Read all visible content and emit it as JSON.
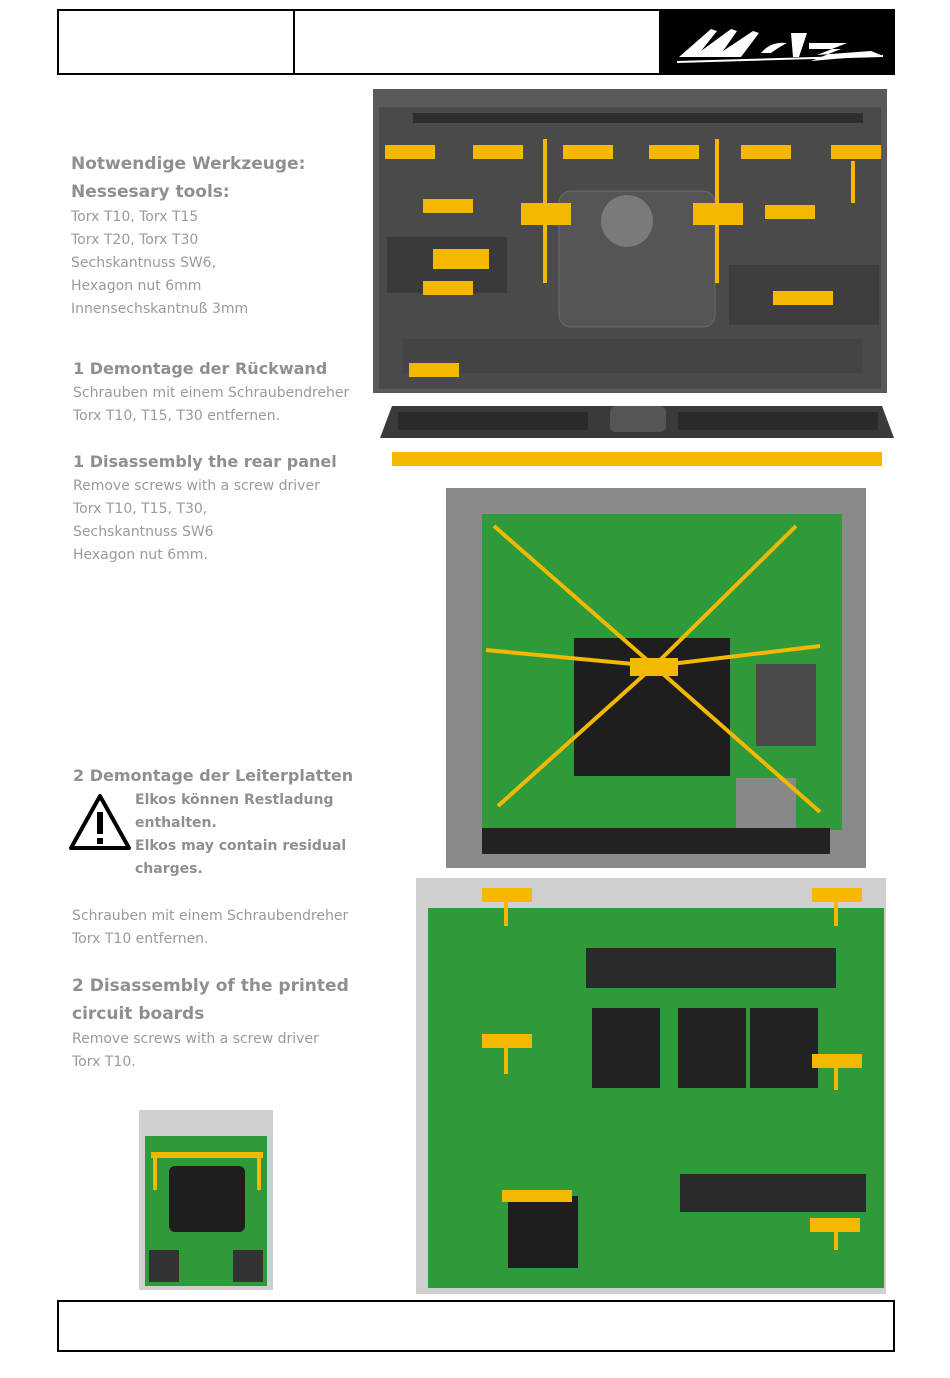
{
  "brand": "Metz",
  "tools": {
    "heading_de": "Notwendige Werkzeuge:",
    "heading_en": "Nessesary tools:",
    "items": [
      "Torx T10, Torx T15",
      "Torx T20, Torx T30",
      "Sechskantnuss SW6,",
      "Hexagon nut 6mm",
      "Innensechskantnuß 3mm"
    ]
  },
  "step1_de": {
    "heading": "1 Demontage der Rückwand",
    "lines": [
      "Schrauben mit einem Schraubendreher",
      "Torx T10, T15, T30 entfernen."
    ]
  },
  "step1_en": {
    "heading": "1 Disassembly the rear panel",
    "lines": [
      "Remove screws with a screw driver",
      "Torx T10, T15, T30,",
      "Sechskantnuss SW6",
      "Hexagon nut 6mm."
    ]
  },
  "step2_de": {
    "heading": "2 Demontage der Leiterplatten",
    "warning": [
      "Elkos können Restladung",
      "enthalten.",
      "Elkos may contain residual",
      "charges."
    ],
    "lines": [
      "Schrauben mit einem Schraubendreher",
      "Torx T10 entfernen."
    ]
  },
  "step2_en": {
    "heading_lines": [
      "2 Disassembly of the printed",
      "circuit boards"
    ],
    "lines": [
      "Remove screws with a screw driver",
      "Torx T10."
    ]
  },
  "colors": {
    "accent": "#f5b800",
    "pcb": "#2e9a3a",
    "chassis": "#3a3a3a"
  }
}
